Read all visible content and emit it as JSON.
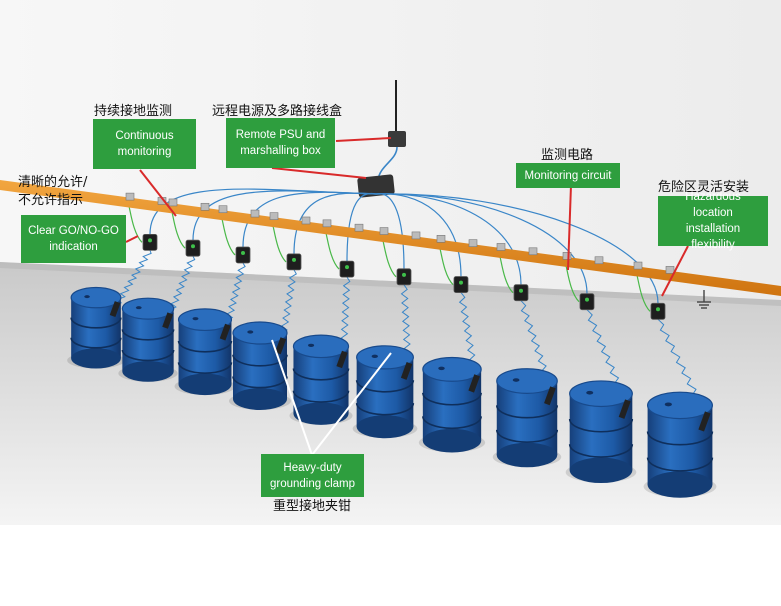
{
  "labels": {
    "continuous": {
      "cn": "持续接地监测",
      "en": "Continuous\nmonitoring"
    },
    "remote_psu": {
      "cn": "远程电源及多路接线盒",
      "en": "Remote PSU and\nmarshalling box"
    },
    "clear_go": {
      "cn": "清晰的允许/\n不允许指示",
      "en": "Clear GO/NO-GO\nindication"
    },
    "monitoring_circuit": {
      "cn": "监测电路",
      "en": "Monitoring circuit"
    },
    "hazardous": {
      "cn": "危险区灵活安装",
      "en": "Hazardous location\ninstallation flexibility"
    },
    "clamp": {
      "cn": "重型接地夹钳",
      "en": "Heavy-duty\ngrounding clamp"
    }
  },
  "colors": {
    "callout_bg": "#2e9e3e",
    "bus_bar": "#e58a1f",
    "drum": "#1f5ea8",
    "pointer_red": "#d92a2a",
    "monitor_wire": "#3a86c8",
    "ground_wire": "#49b848"
  },
  "drum_count": 10
}
